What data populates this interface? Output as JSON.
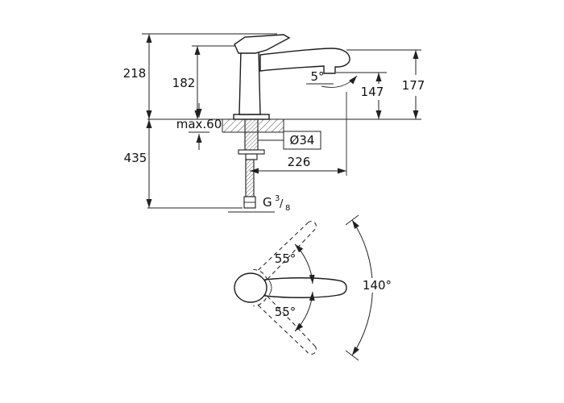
{
  "side_view": {
    "dim_218": "218",
    "dim_182": "182",
    "angle_5": "5°",
    "dim_147": "147",
    "dim_177": "177",
    "max_60": "max.60",
    "dim_435": "435",
    "dia_34": "Ø34",
    "dim_226": "226",
    "g_thread": {
      "letter": "G",
      "numerator": "3",
      "slash": "/",
      "denominator": "8"
    }
  },
  "top_view": {
    "angle_55_upper": "55°",
    "angle_55_lower": "55°",
    "angle_140": "140°"
  },
  "colors": {
    "line": "#222222",
    "text": "#111111",
    "background": "#ffffff"
  }
}
